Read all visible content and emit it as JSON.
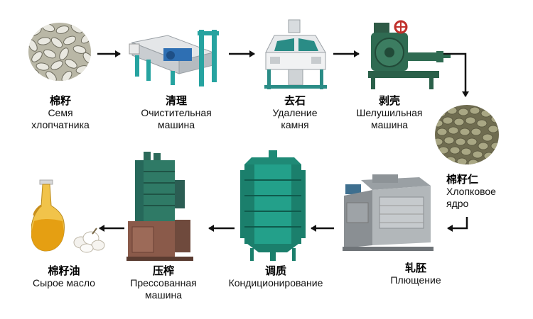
{
  "steps": [
    {
      "id": "cottonseed",
      "zh": "棉籽",
      "ru": [
        "Семя",
        "хлопчатника"
      ]
    },
    {
      "id": "cleaning",
      "zh": "清理",
      "ru": [
        "Очистительная",
        "машина"
      ]
    },
    {
      "id": "destoning",
      "zh": "去石",
      "ru": [
        "Удаление",
        "камня"
      ]
    },
    {
      "id": "dehulling",
      "zh": "剥壳",
      "ru": [
        "Шелушильная",
        "машина"
      ]
    },
    {
      "id": "kernel",
      "zh": "棉籽仁",
      "ru": [
        "Хлопковое",
        "ядро"
      ]
    },
    {
      "id": "flaking",
      "zh": "轧胚",
      "ru": [
        "Плющение"
      ]
    },
    {
      "id": "conditioning",
      "zh": "调质",
      "ru": [
        "Кондиционирование"
      ]
    },
    {
      "id": "pressing",
      "zh": "压榨",
      "ru": [
        "Прессованная",
        "машина"
      ]
    },
    {
      "id": "crude_oil",
      "zh": "棉籽油",
      "ru": [
        "Сырое масло"
      ]
    }
  ],
  "colors": {
    "arrow": "#111111",
    "machine_green": "#1f9a86",
    "machine_grey": "#8a8f93",
    "seed": "#8c8a6a",
    "oil": "#e7a51a"
  }
}
